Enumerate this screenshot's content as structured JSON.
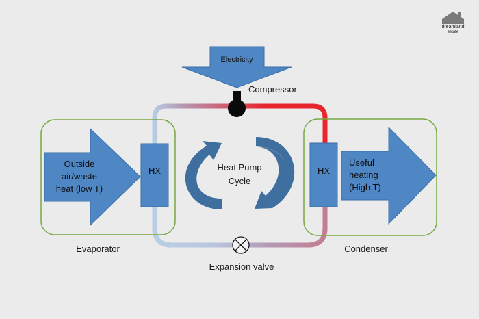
{
  "logo": {
    "line1": "dreamland",
    "line2": "estate"
  },
  "electricity": {
    "label": "Electricity"
  },
  "compressor": {
    "label": "Compressor"
  },
  "evaporator": {
    "label": "Evaporator",
    "hx_label": "HX",
    "input_lines": [
      "Outside",
      "air/waste",
      "heat (low T)"
    ]
  },
  "condenser": {
    "label": "Condenser",
    "hx_label": "HX",
    "output_lines": [
      "Useful",
      "heating",
      "(High T)"
    ]
  },
  "cycle": {
    "lines": [
      "Heat Pump",
      "Cycle"
    ]
  },
  "expansion_valve": {
    "label": "Expansion valve"
  },
  "colors": {
    "background": "#ebebeb",
    "blue_shape": "#4f87c5",
    "blue_border": "#3a6ea5",
    "group_outline": "#77a843",
    "pipe_cold": "#b8cfe6",
    "pipe_mid": "#b497b2",
    "pipe_hot": "#e8242c",
    "cycle_arrow": "#3f6f9e"
  }
}
